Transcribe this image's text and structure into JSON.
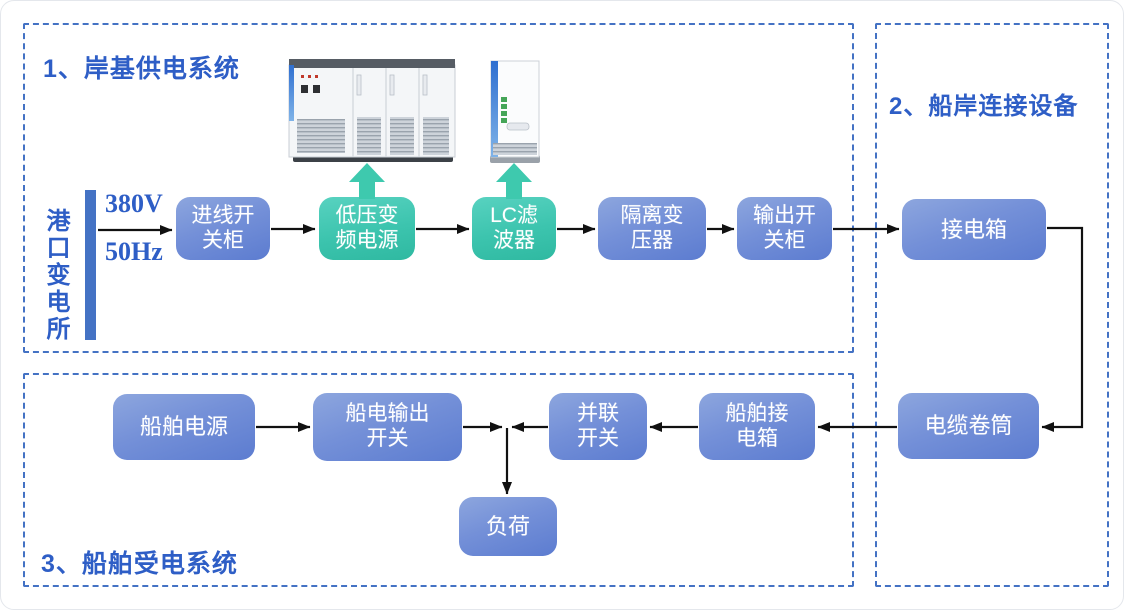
{
  "sections": {
    "shore": {
      "label": "1、岸基供电系统"
    },
    "connection": {
      "label": "2、船岸连接设备"
    },
    "ship": {
      "label": "3、船舶受电系统"
    }
  },
  "source": {
    "name": "港口变电所",
    "voltage": "380V",
    "frequency": "50Hz"
  },
  "nodes": {
    "incoming_switchgear": {
      "label": "进线开\n关柜",
      "style": "blue"
    },
    "vfd_power": {
      "label": "低压变\n频电源",
      "style": "teal"
    },
    "lc_filter": {
      "label": "LC滤\n波器",
      "style": "teal"
    },
    "isolation_transformer": {
      "label": "隔离变\n压器",
      "style": "blue"
    },
    "output_switchgear": {
      "label": "输出开\n关柜",
      "style": "blue"
    },
    "shore_connection_box": {
      "label": "接电箱",
      "style": "blue"
    },
    "cable_reel": {
      "label": "电缆卷筒",
      "style": "blue"
    },
    "ship_connection_box": {
      "label": "船舶接\n电箱",
      "style": "blue"
    },
    "parallel_switch": {
      "label": "并联\n开关",
      "style": "blue"
    },
    "ship_output_switch": {
      "label": "船电输出\n开关",
      "style": "blue"
    },
    "ship_power": {
      "label": "船舶电源",
      "style": "blue"
    },
    "load": {
      "label": "负荷",
      "style": "blue"
    }
  },
  "edges": [
    {
      "from": "port_substation",
      "to": "incoming_switchgear"
    },
    {
      "from": "incoming_switchgear",
      "to": "vfd_power"
    },
    {
      "from": "vfd_power",
      "to": "lc_filter"
    },
    {
      "from": "lc_filter",
      "to": "isolation_transformer"
    },
    {
      "from": "isolation_transformer",
      "to": "output_switchgear"
    },
    {
      "from": "output_switchgear",
      "to": "shore_connection_box"
    },
    {
      "from": "shore_connection_box",
      "to": "cable_reel"
    },
    {
      "from": "cable_reel",
      "to": "ship_connection_box"
    },
    {
      "from": "ship_connection_box",
      "to": "parallel_switch"
    },
    {
      "from": "parallel_switch",
      "to": "load_junction"
    },
    {
      "from": "ship_output_switch",
      "to": "load_junction"
    },
    {
      "from": "ship_power",
      "to": "ship_output_switch"
    },
    {
      "from": "load_junction",
      "to": "load"
    }
  ],
  "icons": {
    "vfd_up_arrow": "up-arrow-icon",
    "filter_up_arrow": "up-arrow-icon"
  },
  "images": {
    "converter_cabinets": "power-converter-cabinet-lineup",
    "filter_cabinet": "lc-filter-cabinet"
  },
  "colors": {
    "section_border": "#4472C4",
    "heading": "#2E5EC6",
    "node_blue_top": "#8DA6DE",
    "node_blue_bottom": "#5C7CD0",
    "node_teal_top": "#58D2C0",
    "node_teal_bottom": "#2FB9A1",
    "source_bar": "#4472C4",
    "arrow": "#111111",
    "teal_arrow": "#3EC9AE"
  }
}
